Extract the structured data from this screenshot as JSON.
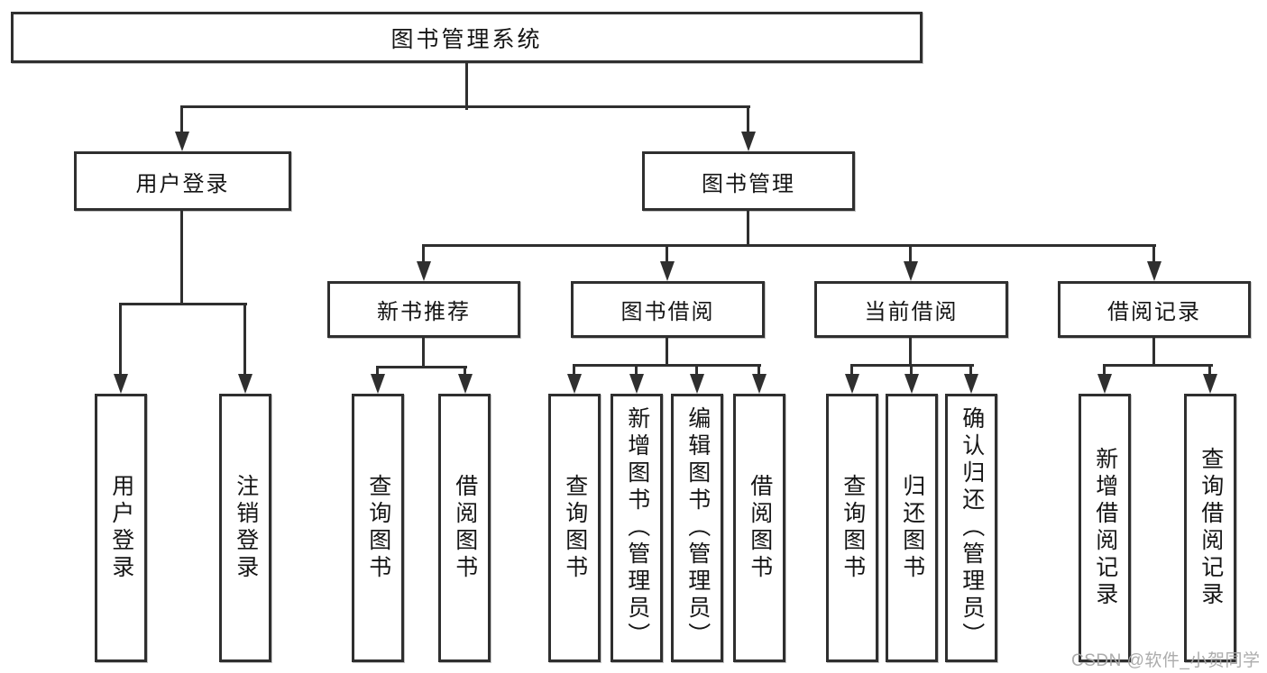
{
  "diagram_title": "图书管理系统",
  "tree": {
    "root": {
      "label": "图书管理系统"
    },
    "children": [
      {
        "label": "用户登录",
        "children": [
          {
            "label": "用户登录"
          },
          {
            "label": "注销登录"
          }
        ]
      },
      {
        "label": "图书管理",
        "children": [
          {
            "label": "新书推荐",
            "children": [
              {
                "label": "查询图书"
              },
              {
                "label": "借阅图书"
              }
            ]
          },
          {
            "label": "图书借阅",
            "children": [
              {
                "label": "查询图书"
              },
              {
                "label": "新增图书（管理员）"
              },
              {
                "label": "编辑图书（管理员）"
              },
              {
                "label": "借阅图书"
              }
            ]
          },
          {
            "label": "当前借阅",
            "children": [
              {
                "label": "查询图书"
              },
              {
                "label": "归还图书"
              },
              {
                "label": "确认归还（管理员）"
              }
            ]
          },
          {
            "label": "借阅记录",
            "children": [
              {
                "label": "新增借阅记录"
              },
              {
                "label": "查询借阅记录"
              }
            ]
          }
        ]
      }
    ]
  },
  "watermark": "CSDN @软件_小贺同学",
  "colors": {
    "line": "#2f2f2f",
    "node_border": "#2f2f2f",
    "node_background": "#ffffff",
    "text": "#151515",
    "watermark": "#a8a8a8",
    "page_background": "#ffffff"
  }
}
